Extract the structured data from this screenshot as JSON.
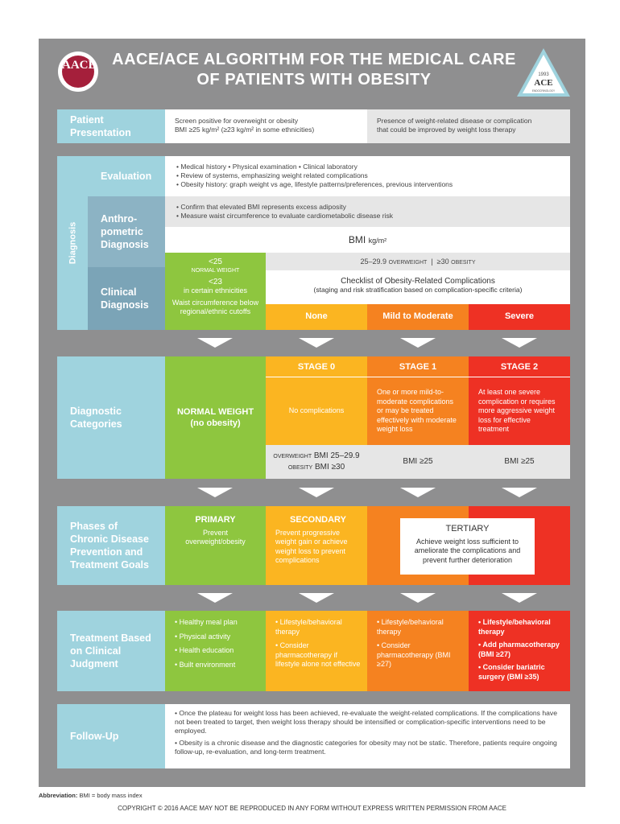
{
  "header": {
    "title_line1": "AACE/ACE ALGORITHM FOR THE MEDICAL CARE",
    "title_line2": "OF PATIENTS WITH OBESITY",
    "seal_text": "AACE",
    "ace_logo_text": "ACE",
    "ace_logo_year": "1993",
    "ace_logo_sub": "ENDOCRINOLOGY"
  },
  "presentation": {
    "label_line1": "Patient",
    "label_line2": "Presentation",
    "col1_line1": "Screen positive for overweight or obesity",
    "col1_line2": "BMI ≥25 kg/m² (≥23 kg/m² in some ethnicities)",
    "col2_line1": "Presence of weight-related disease or complication",
    "col2_line2": "that could be improved by weight loss therapy"
  },
  "diagnosis": {
    "side_label": "Diagnosis",
    "evaluation_label": "Evaluation",
    "evaluation_items": [
      "• Medical history     • Physical examination     • Clinical laboratory",
      "• Review of systems, emphasizing weight related complications",
      "• Obesity history: graph weight vs age, lifestyle patterns/preferences, previous interventions"
    ],
    "anthro_label_line1": "Anthro-",
    "anthro_label_line2": "pometric",
    "anthro_label_line3": "Diagnosis",
    "anthro_items": [
      "• Confirm that elevated BMI represents excess adiposity",
      "• Measure waist circumference to evaluate cardiometabolic disease risk"
    ],
    "bmi_header": "BMI",
    "bmi_unit": "kg/m²",
    "clinical_label_line1": "Clinical",
    "clinical_label_line2": "Diagnosis",
    "normal_bmi": "<25",
    "normal_weight": "NORMAL WEIGHT",
    "normal_bmi_alt": "<23",
    "normal_ethnic": "in certain ethnicities",
    "waist": "Waist circumference below regional/ethnic cutoffs",
    "bmi_ranges_1": "25–29.9",
    "bmi_ranges_overweight": "OVERWEIGHT",
    "bmi_ranges_sep": "|",
    "bmi_ranges_2": "≥30",
    "bmi_ranges_obesity": "OBESITY",
    "checklist_title": "Checklist of Obesity-Related Complications",
    "checklist_sub": "(staging and risk stratification based on complication-specific criteria)",
    "sev_none": "None",
    "sev_mild": "Mild to Moderate",
    "sev_severe": "Severe"
  },
  "categories": {
    "label_line1": "Diagnostic",
    "label_line2": "Categories",
    "normal_line1": "NORMAL WEIGHT",
    "normal_line2": "(no obesity)",
    "stage0": "STAGE 0",
    "stage1": "STAGE 1",
    "stage2": "STAGE 2",
    "stage0_desc": "No complications",
    "stage1_desc": "One or more mild-to-moderate complications or may be treated effectively with moderate weight loss",
    "stage2_desc": "At least one severe complication or requires more aggressive weight loss for effective treatment",
    "stage0_bmi_ow_label": "OVERWEIGHT",
    "stage0_bmi_ow": "BMI 25–29.9",
    "stage0_bmi_ob_label": "OBESITY",
    "stage0_bmi_ob": "BMI ≥30",
    "stage1_bmi": "BMI ≥25",
    "stage2_bmi": "BMI ≥25"
  },
  "phases": {
    "label_line1": "Phases of",
    "label_line2": "Chronic Disease",
    "label_line3": "Prevention and",
    "label_line4": "Treatment Goals",
    "primary_title": "PRIMARY",
    "primary_desc": "Prevent overweight/obesity",
    "secondary_title": "SECONDARY",
    "secondary_desc": "Prevent progressive weight gain or achieve weight loss to prevent complications",
    "tertiary_title": "TERTIARY",
    "tertiary_desc": "Achieve weight loss sufficient to ameliorate the complications and prevent further deterioration"
  },
  "treatment": {
    "label_line1": "Treatment Based",
    "label_line2": "on Clinical",
    "label_line3": "Judgment",
    "green_items": [
      "Healthy meal plan",
      "Physical activity",
      "Health education",
      "Built environment"
    ],
    "yellow_items": [
      "Lifestyle/behavioral therapy",
      "Consider pharmacotherapy if lifestyle alone not effective"
    ],
    "orange_items": [
      "Lifestyle/behavioral therapy",
      "Consider pharmacotherapy (BMI ≥27)"
    ],
    "red_items": [
      "Lifestyle/behavioral therapy",
      "Add pharmacotherapy (BMI ≥27)",
      "Consider bariatric surgery (BMI ≥35)"
    ]
  },
  "followup": {
    "label": "Follow-Up",
    "items": [
      "Once the plateau for weight loss has been achieved, re-evaluate the weight-related complications. If the complications have not been treated to target, then weight loss therapy should be intensified or complication-specific interventions need to be employed.",
      "Obesity is a chronic disease and the diagnostic categories for obesity may not be static. Therefore, patients require ongoing follow-up, re-evaluation, and long-term treatment."
    ]
  },
  "footer": {
    "abbrev_label": "Abbreviation:",
    "abbrev_text": "BMI = body mass index",
    "copyright": "COPYRIGHT © 2016 AACE  MAY NOT BE REPRODUCED IN ANY FORM WITHOUT EXPRESS WRITTEN PERMISSION FROM AACE"
  },
  "colors": {
    "teal": "#9fd3de",
    "green": "#8ec63f",
    "yellow": "#fbb521",
    "orange": "#f58220",
    "red": "#ee3124",
    "panel": "#8f8f90"
  }
}
